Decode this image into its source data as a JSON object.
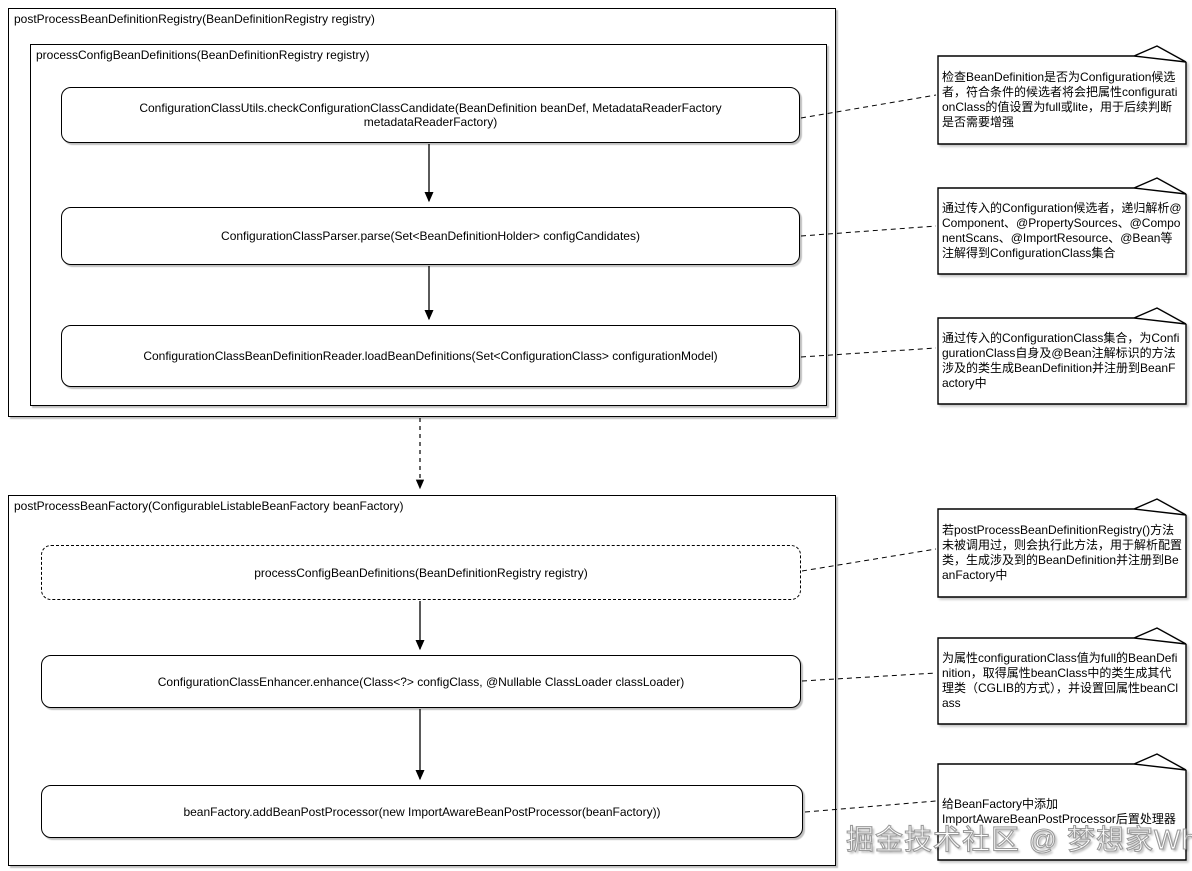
{
  "diagram": {
    "colors": {
      "stroke": "#000000",
      "fill": "#ffffff",
      "shadow": "rgba(0,0,0,0.25)"
    },
    "registry": {
      "title": "postProcessBeanDefinitionRegistry(BeanDefinitionRegistry registry)",
      "inner_title": "processConfigBeanDefinitions(BeanDefinitionRegistry registry)",
      "steps": [
        {
          "label": "ConfigurationClassUtils.checkConfigurationClassCandidate(BeanDefinition beanDef, MetadataReaderFactory metadataReaderFactory)"
        },
        {
          "label": "ConfigurationClassParser.parse(Set<BeanDefinitionHolder> configCandidates)"
        },
        {
          "label": "ConfigurationClassBeanDefinitionReader.loadBeanDefinitions(Set<ConfigurationClass> configurationModel)"
        }
      ]
    },
    "factory": {
      "title": "postProcessBeanFactory(ConfigurableListableBeanFactory beanFactory)",
      "steps": [
        {
          "label": "processConfigBeanDefinitions(BeanDefinitionRegistry registry)",
          "style": "dashed"
        },
        {
          "label": "ConfigurationClassEnhancer.enhance(Class<?> configClass, @Nullable ClassLoader classLoader)"
        },
        {
          "label": "beanFactory.addBeanPostProcessor(new ImportAwareBeanPostProcessor(beanFactory))"
        }
      ]
    },
    "notes": [
      {
        "text": "检查BeanDefinition是否为Configuration候选者，符合条件的候选者将会把属性configurationClass的值设置为full或lite，用于后续判断是否需要增强"
      },
      {
        "text": "通过传入的Configuration候选者，递归解析@Component、@PropertySources、@ComponentScans、@ImportResource、@Bean等注解得到ConfigurationClass集合"
      },
      {
        "text": "通过传入的ConfigurationClass集合，为ConfigurationClass自身及@Bean注解标识的方法涉及的类生成BeanDefinition并注册到BeanFactory中"
      },
      {
        "text": "若postProcessBeanDefinitionRegistry()方法未被调用过，则会执行此方法，用于解析配置类，生成涉及到的BeanDefinition并注册到BeanFactory中"
      },
      {
        "text": "为属性configurationClass值为full的BeanDefinition，取得属性beanClass中的类生成其代理类（CGLIB的方式），并设置回属性beanClass"
      },
      {
        "text": "给BeanFactory中添加\nImportAwareBeanPostProcessor后置处理器"
      }
    ],
    "watermark": "掘金技术社区 @ 梦想家Who"
  }
}
